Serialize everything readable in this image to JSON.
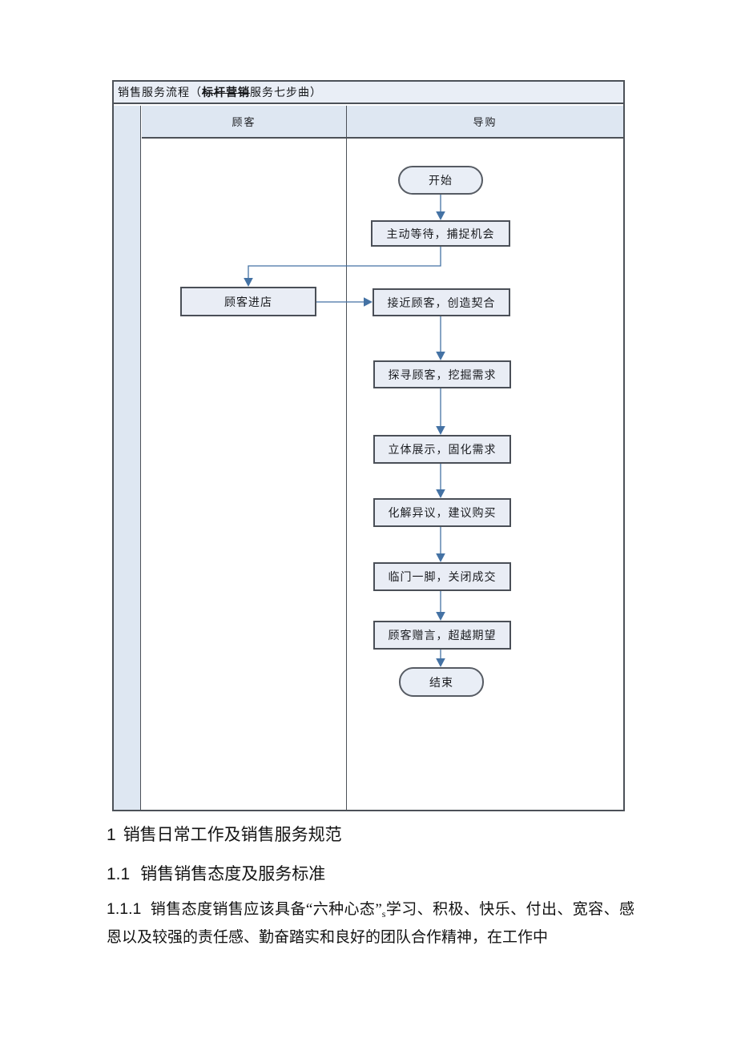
{
  "flowchart": {
    "title": {
      "part1": "销售服务流程（",
      "strike": "标杆营销",
      "part2": "服务七步曲）"
    },
    "columns": {
      "customer": "顾客",
      "guide": "导购"
    },
    "nodes": {
      "start": "开始",
      "step1": "主动等待，捕捉机会",
      "customer_enter": "顾客进店",
      "step2": "接近顾客，创造契合",
      "step3": "探寻顾客，挖掘需求",
      "step4": "立体展示，固化需求",
      "step5": "化解异议，建议购买",
      "step6": "临门一脚，关闭成交",
      "step7": "顾客赠言，超越期望",
      "end": "结束"
    },
    "edges": [
      {
        "from": "start",
        "to": "step1"
      },
      {
        "from": "step1",
        "to": "customer_enter"
      },
      {
        "from": "customer_enter",
        "to": "step2"
      },
      {
        "from": "step2",
        "to": "step3"
      },
      {
        "from": "step3",
        "to": "step4"
      },
      {
        "from": "step4",
        "to": "step5"
      },
      {
        "from": "step5",
        "to": "step6"
      },
      {
        "from": "step6",
        "to": "step7"
      },
      {
        "from": "step7",
        "to": "end"
      }
    ],
    "colors": {
      "arrow": "#4472a4",
      "node_fill": "#e9edf5",
      "node_border": "#4a4f57",
      "header_fill": "#dee7f2",
      "title_fill": "#e9eef6",
      "table_border": "#4c5158"
    }
  },
  "document": {
    "heading1": {
      "num": "1",
      "text": "销售日常工作及销售服务规范"
    },
    "heading2": {
      "num": "1.1",
      "text": "销售销售态度及服务标准"
    },
    "para111": {
      "num": "1.1.1",
      "before": "销售态度销售应该具备“六种心态”",
      "sub": "s",
      "after": "学习、积极、快乐、付出、宽容、感恩以及较强的责任感、勤奋踏实和良好的团队合作精神，在工作中"
    }
  }
}
